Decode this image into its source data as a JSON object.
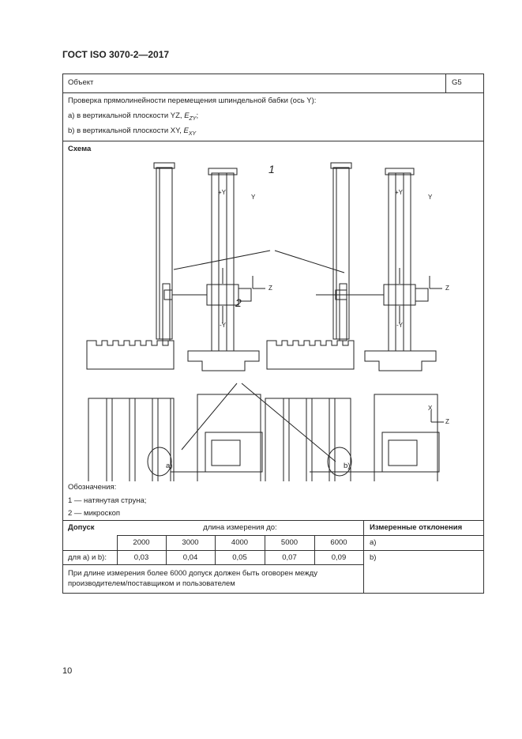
{
  "header": {
    "title": "ГОСТ ISO 3070-2—2017"
  },
  "object": {
    "label": "Объект",
    "code": "G5",
    "description": "Проверка прямолинейности перемещения шпиндельной бабки (ось Y):",
    "item_a": "a) в вертикальной плоскости YZ, ",
    "item_a_sym": "E",
    "item_a_sub": "ZY",
    "item_a_end": ";",
    "item_b": "b) в вертикальной плоскости XY, ",
    "item_b_sym": "E",
    "item_b_sub": "XY"
  },
  "scheme": {
    "title": "Схема",
    "callout_1": "1",
    "callout_2": "2",
    "axes": {
      "plus_y": "+Y",
      "minus_y": "-Y",
      "y": "Y",
      "z": "Z",
      "x": "X"
    },
    "caption_a": "a)",
    "caption_b": "b)"
  },
  "legend": {
    "title": "Обозначения:",
    "item1": "1 — натянутая струна;",
    "item2": "2 — микроскоп"
  },
  "tolerance": {
    "label": "Допуск",
    "length_header": "длина измерения до:",
    "measured_header": "Измеренные отклонения",
    "lengths": [
      "2000",
      "3000",
      "4000",
      "5000",
      "6000"
    ],
    "row_label": "для а) и b):",
    "values": [
      "0,03",
      "0,04",
      "0,05",
      "0,07",
      "0,09"
    ],
    "measured_a": "a)",
    "measured_b": "b)",
    "note": "При длине измерения более 6000 допуск должен быть оговорен между производителем/поставщиком и пользователем"
  },
  "footer": {
    "page_number": "10"
  }
}
